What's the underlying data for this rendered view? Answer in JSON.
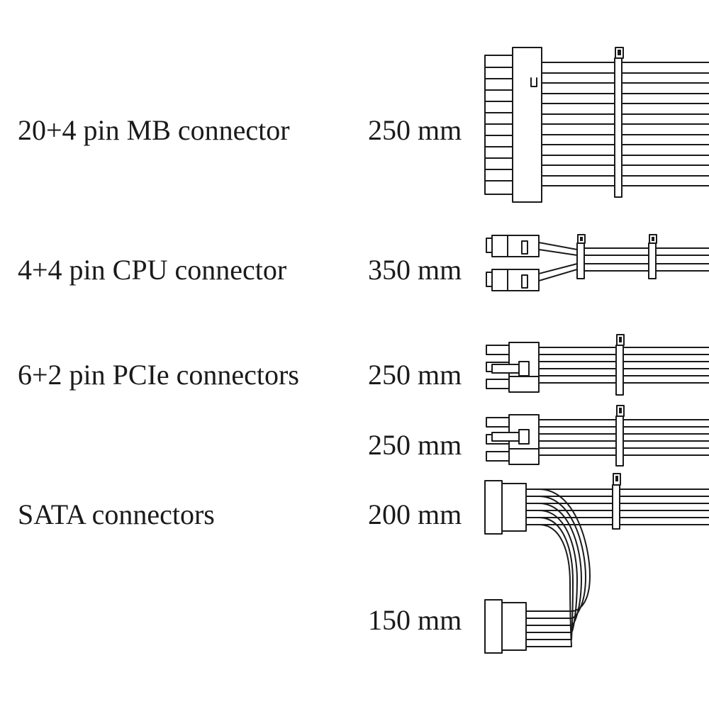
{
  "connectors": [
    {
      "name": "20+4 pin MB connector",
      "lengths": [
        "250 mm"
      ]
    },
    {
      "name": "4+4 pin CPU connector",
      "lengths": [
        "350 mm"
      ]
    },
    {
      "name": "6+2 pin PCIe connectors",
      "lengths": [
        "250 mm",
        "250 mm"
      ]
    },
    {
      "name": "SATA connectors",
      "lengths": [
        "200 mm",
        "150 mm"
      ]
    }
  ],
  "colors": {
    "line": "#1a1a1a",
    "background": "#ffffff"
  }
}
